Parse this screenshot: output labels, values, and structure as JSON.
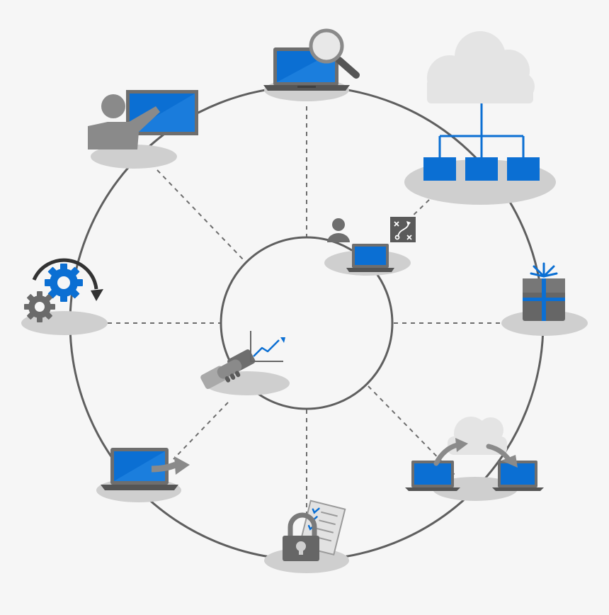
{
  "colors": {
    "background": "#f6f6f6",
    "ring": "#5f5f5f",
    "connector": "#6d6d6d",
    "pedestal": "#cfcfcf",
    "screen_blue": "#0b6fd3",
    "screen_blue_light": "#2a8ae6",
    "device_gray": "#6e6e6e",
    "dark_gray": "#555555",
    "cloud": "#e4e4e4"
  },
  "diagram": {
    "center": "analytics-and-partnership-hub",
    "nodes": [
      {
        "icon": "laptop-search-icon",
        "position": "top"
      },
      {
        "icon": "cloud-hierarchy-icon",
        "position": "top-right"
      },
      {
        "icon": "gift-box-icon",
        "position": "right"
      },
      {
        "icon": "cloud-laptop-sync-icon",
        "position": "bottom-right"
      },
      {
        "icon": "padlock-checklist-icon",
        "position": "bottom"
      },
      {
        "icon": "laptop-export-icon",
        "position": "bottom-left"
      },
      {
        "icon": "gear-refresh-icon",
        "position": "left"
      },
      {
        "icon": "presenter-screen-icon",
        "position": "top-left"
      }
    ],
    "inner_items": [
      {
        "icon": "user-laptop-strategy-icon"
      },
      {
        "icon": "handshake-icon"
      },
      {
        "icon": "growth-chart-icon"
      }
    ]
  }
}
